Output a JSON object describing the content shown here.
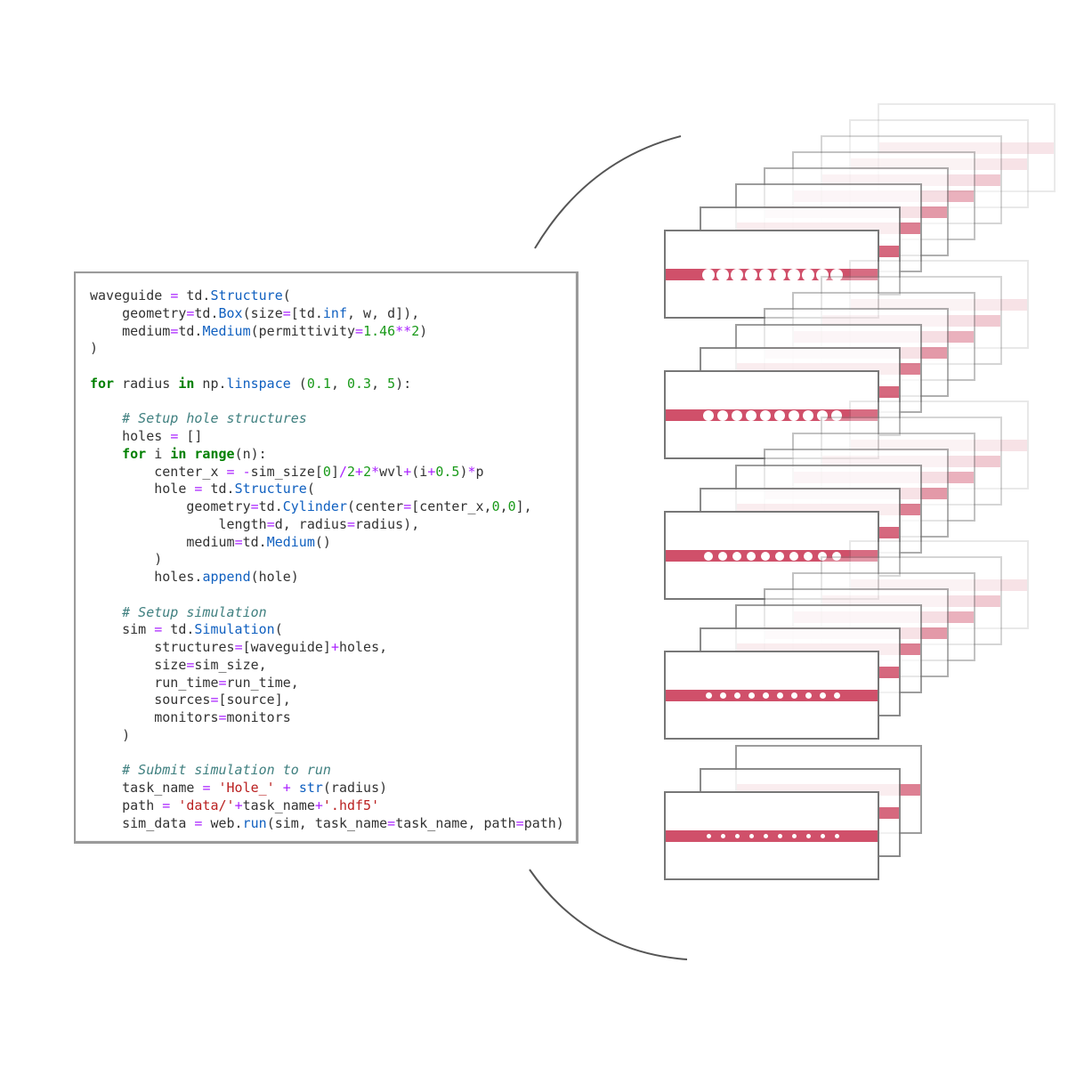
{
  "code": {
    "lines": [
      [
        [
          "plain",
          "waveguide "
        ],
        [
          "op",
          "="
        ],
        [
          "plain",
          " td."
        ],
        [
          "fn",
          "Structure"
        ],
        [
          "plain",
          "("
        ]
      ],
      [
        [
          "plain",
          "    geometry"
        ],
        [
          "op",
          "="
        ],
        [
          "plain",
          "td."
        ],
        [
          "fn",
          "Box"
        ],
        [
          "plain",
          "(size"
        ],
        [
          "op",
          "="
        ],
        [
          "plain",
          "[td."
        ],
        [
          "fn",
          "inf"
        ],
        [
          "plain",
          ", w, d]),"
        ]
      ],
      [
        [
          "plain",
          "    medium"
        ],
        [
          "op",
          "="
        ],
        [
          "plain",
          "td."
        ],
        [
          "fn",
          "Medium"
        ],
        [
          "plain",
          "(permittivity"
        ],
        [
          "op",
          "="
        ],
        [
          "num",
          "1.46"
        ],
        [
          "op",
          "**"
        ],
        [
          "num",
          "2"
        ],
        [
          "plain",
          ")"
        ]
      ],
      [
        [
          "plain",
          ")"
        ]
      ],
      [],
      [
        [
          "kw",
          "for"
        ],
        [
          "plain",
          " radius "
        ],
        [
          "kw",
          "in"
        ],
        [
          "plain",
          " np."
        ],
        [
          "fn",
          "linspace"
        ],
        [
          "plain",
          " ("
        ],
        [
          "num",
          "0.1"
        ],
        [
          "plain",
          ", "
        ],
        [
          "num",
          "0.3"
        ],
        [
          "plain",
          ", "
        ],
        [
          "num",
          "5"
        ],
        [
          "plain",
          "):"
        ]
      ],
      [],
      [
        [
          "com",
          "    # Setup hole structures"
        ]
      ],
      [
        [
          "plain",
          "    holes "
        ],
        [
          "op",
          "="
        ],
        [
          "plain",
          " []"
        ]
      ],
      [
        [
          "kw",
          "    for"
        ],
        [
          "plain",
          " i "
        ],
        [
          "kw",
          "in"
        ],
        [
          "plain",
          " "
        ],
        [
          "kw",
          "range"
        ],
        [
          "plain",
          "(n):"
        ]
      ],
      [
        [
          "plain",
          "        center_x "
        ],
        [
          "op",
          "="
        ],
        [
          "plain",
          " "
        ],
        [
          "op",
          "-"
        ],
        [
          "plain",
          "sim_size["
        ],
        [
          "num",
          "0"
        ],
        [
          "plain",
          "]"
        ],
        [
          "op",
          "/"
        ],
        [
          "num",
          "2"
        ],
        [
          "op",
          "+"
        ],
        [
          "num",
          "2"
        ],
        [
          "op",
          "*"
        ],
        [
          "plain",
          "wvl"
        ],
        [
          "op",
          "+"
        ],
        [
          "plain",
          "(i"
        ],
        [
          "op",
          "+"
        ],
        [
          "num",
          "0.5"
        ],
        [
          "plain",
          ")"
        ],
        [
          "op",
          "*"
        ],
        [
          "plain",
          "p"
        ]
      ],
      [
        [
          "plain",
          "        hole "
        ],
        [
          "op",
          "="
        ],
        [
          "plain",
          " td."
        ],
        [
          "fn",
          "Structure"
        ],
        [
          "plain",
          "("
        ]
      ],
      [
        [
          "plain",
          "            geometry"
        ],
        [
          "op",
          "="
        ],
        [
          "plain",
          "td."
        ],
        [
          "fn",
          "Cylinder"
        ],
        [
          "plain",
          "(center"
        ],
        [
          "op",
          "="
        ],
        [
          "plain",
          "[center_x,"
        ],
        [
          "num",
          "0"
        ],
        [
          "plain",
          ","
        ],
        [
          "num",
          "0"
        ],
        [
          "plain",
          "],"
        ]
      ],
      [
        [
          "plain",
          "                length"
        ],
        [
          "op",
          "="
        ],
        [
          "plain",
          "d, radius"
        ],
        [
          "op",
          "="
        ],
        [
          "plain",
          "radius),"
        ]
      ],
      [
        [
          "plain",
          "            medium"
        ],
        [
          "op",
          "="
        ],
        [
          "plain",
          "td."
        ],
        [
          "fn",
          "Medium"
        ],
        [
          "plain",
          "()"
        ]
      ],
      [
        [
          "plain",
          "        )"
        ]
      ],
      [
        [
          "plain",
          "        holes."
        ],
        [
          "fn",
          "append"
        ],
        [
          "plain",
          "(hole)"
        ]
      ],
      [],
      [
        [
          "com",
          "    # Setup simulation"
        ]
      ],
      [
        [
          "plain",
          "    sim "
        ],
        [
          "op",
          "="
        ],
        [
          "plain",
          " td."
        ],
        [
          "fn",
          "Simulation"
        ],
        [
          "plain",
          "("
        ]
      ],
      [
        [
          "plain",
          "        structures"
        ],
        [
          "op",
          "="
        ],
        [
          "plain",
          "[waveguide]"
        ],
        [
          "op",
          "+"
        ],
        [
          "plain",
          "holes,"
        ]
      ],
      [
        [
          "plain",
          "        size"
        ],
        [
          "op",
          "="
        ],
        [
          "plain",
          "sim_size,"
        ]
      ],
      [
        [
          "plain",
          "        run_time"
        ],
        [
          "op",
          "="
        ],
        [
          "plain",
          "run_time,"
        ]
      ],
      [
        [
          "plain",
          "        sources"
        ],
        [
          "op",
          "="
        ],
        [
          "plain",
          "[source],"
        ]
      ],
      [
        [
          "plain",
          "        monitors"
        ],
        [
          "op",
          "="
        ],
        [
          "plain",
          "monitors"
        ]
      ],
      [
        [
          "plain",
          "    )"
        ]
      ],
      [],
      [
        [
          "com",
          "    # Submit simulation to run"
        ]
      ],
      [
        [
          "plain",
          "    task_name "
        ],
        [
          "op",
          "="
        ],
        [
          "plain",
          " "
        ],
        [
          "str",
          "'Hole_'"
        ],
        [
          "plain",
          " "
        ],
        [
          "op",
          "+"
        ],
        [
          "plain",
          " "
        ],
        [
          "fn",
          "str"
        ],
        [
          "plain",
          "(radius)"
        ]
      ],
      [
        [
          "plain",
          "    path "
        ],
        [
          "op",
          "="
        ],
        [
          "plain",
          " "
        ],
        [
          "str",
          "'data/'"
        ],
        [
          "op",
          "+"
        ],
        [
          "plain",
          "task_name"
        ],
        [
          "op",
          "+"
        ],
        [
          "str",
          "'.hdf5'"
        ]
      ],
      [
        [
          "plain",
          "    sim_data "
        ],
        [
          "op",
          "="
        ],
        [
          "plain",
          " web."
        ],
        [
          "fn",
          "run"
        ],
        [
          "plain",
          "(sim, task_name"
        ],
        [
          "op",
          "="
        ],
        [
          "plain",
          "task_name, path"
        ],
        [
          "op",
          "="
        ],
        [
          "plain",
          "path)"
        ]
      ]
    ]
  },
  "simulations": {
    "radii": [
      0.3,
      0.25,
      0.2,
      0.15,
      0.1
    ],
    "holes_per_waveguide": 10,
    "waveguide_color": "#d0506a"
  }
}
